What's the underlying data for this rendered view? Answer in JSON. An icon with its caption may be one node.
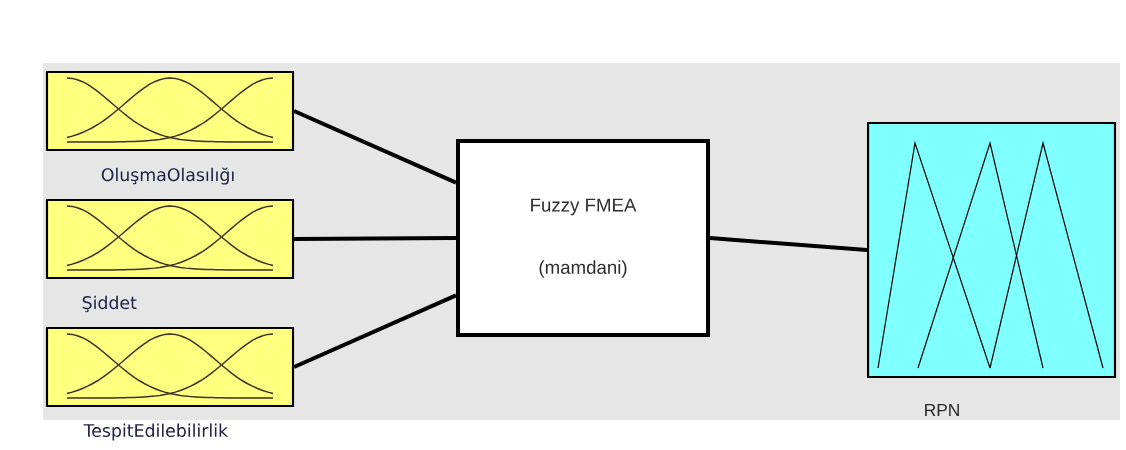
{
  "diagram": {
    "nodes": [
      {
        "text": [
          "OluşmaOlasılığı"
        ]
      },
      {
        "text": [
          "Şiddet"
        ]
      },
      {
        "text": [
          "TespitEdilebilirlik"
        ]
      },
      {
        "text": [
          "Fuzzy FMEA",
          "(mamdani)"
        ]
      },
      {
        "text": [
          "RPN"
        ]
      }
    ],
    "edges": [
      {
        "from": 0,
        "to": 3,
        "arrow": "none"
      },
      {
        "from": 1,
        "to": 3,
        "arrow": "none"
      },
      {
        "from": 2,
        "to": 3,
        "arrow": "none"
      },
      {
        "from": 3,
        "to": 4,
        "arrow": "none"
      }
    ]
  }
}
